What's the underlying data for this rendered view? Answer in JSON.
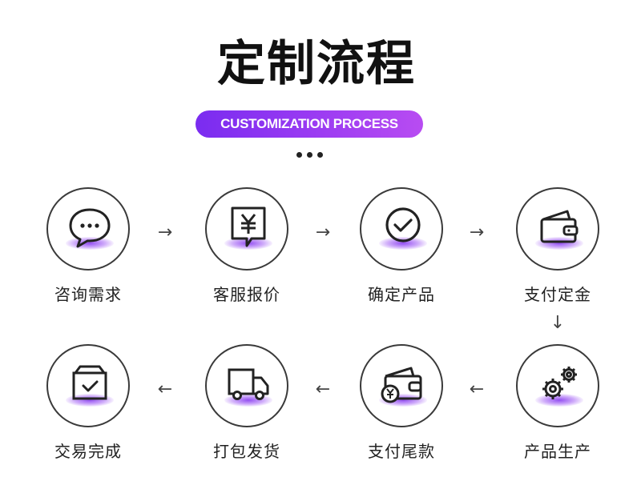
{
  "header": {
    "title": "定制流程",
    "subtitle": "CUSTOMIZATION PROCESS"
  },
  "steps": [
    {
      "label": "咨询需求",
      "icon": "chat-bubble-icon"
    },
    {
      "label": "客服报价",
      "icon": "quote-receipt-icon"
    },
    {
      "label": "确定产品",
      "icon": "check-circle-icon"
    },
    {
      "label": "支付定金",
      "icon": "wallet-icon"
    },
    {
      "label": "产品生产",
      "icon": "gears-icon"
    },
    {
      "label": "支付尾款",
      "icon": "wallet-yen-icon"
    },
    {
      "label": "打包发货",
      "icon": "delivery-truck-icon"
    },
    {
      "label": "交易完成",
      "icon": "box-check-icon"
    }
  ],
  "colors": {
    "accent": "#8a35f0",
    "pill_start": "#7a2cf0",
    "pill_end": "#b84cf2",
    "text": "#222222"
  }
}
